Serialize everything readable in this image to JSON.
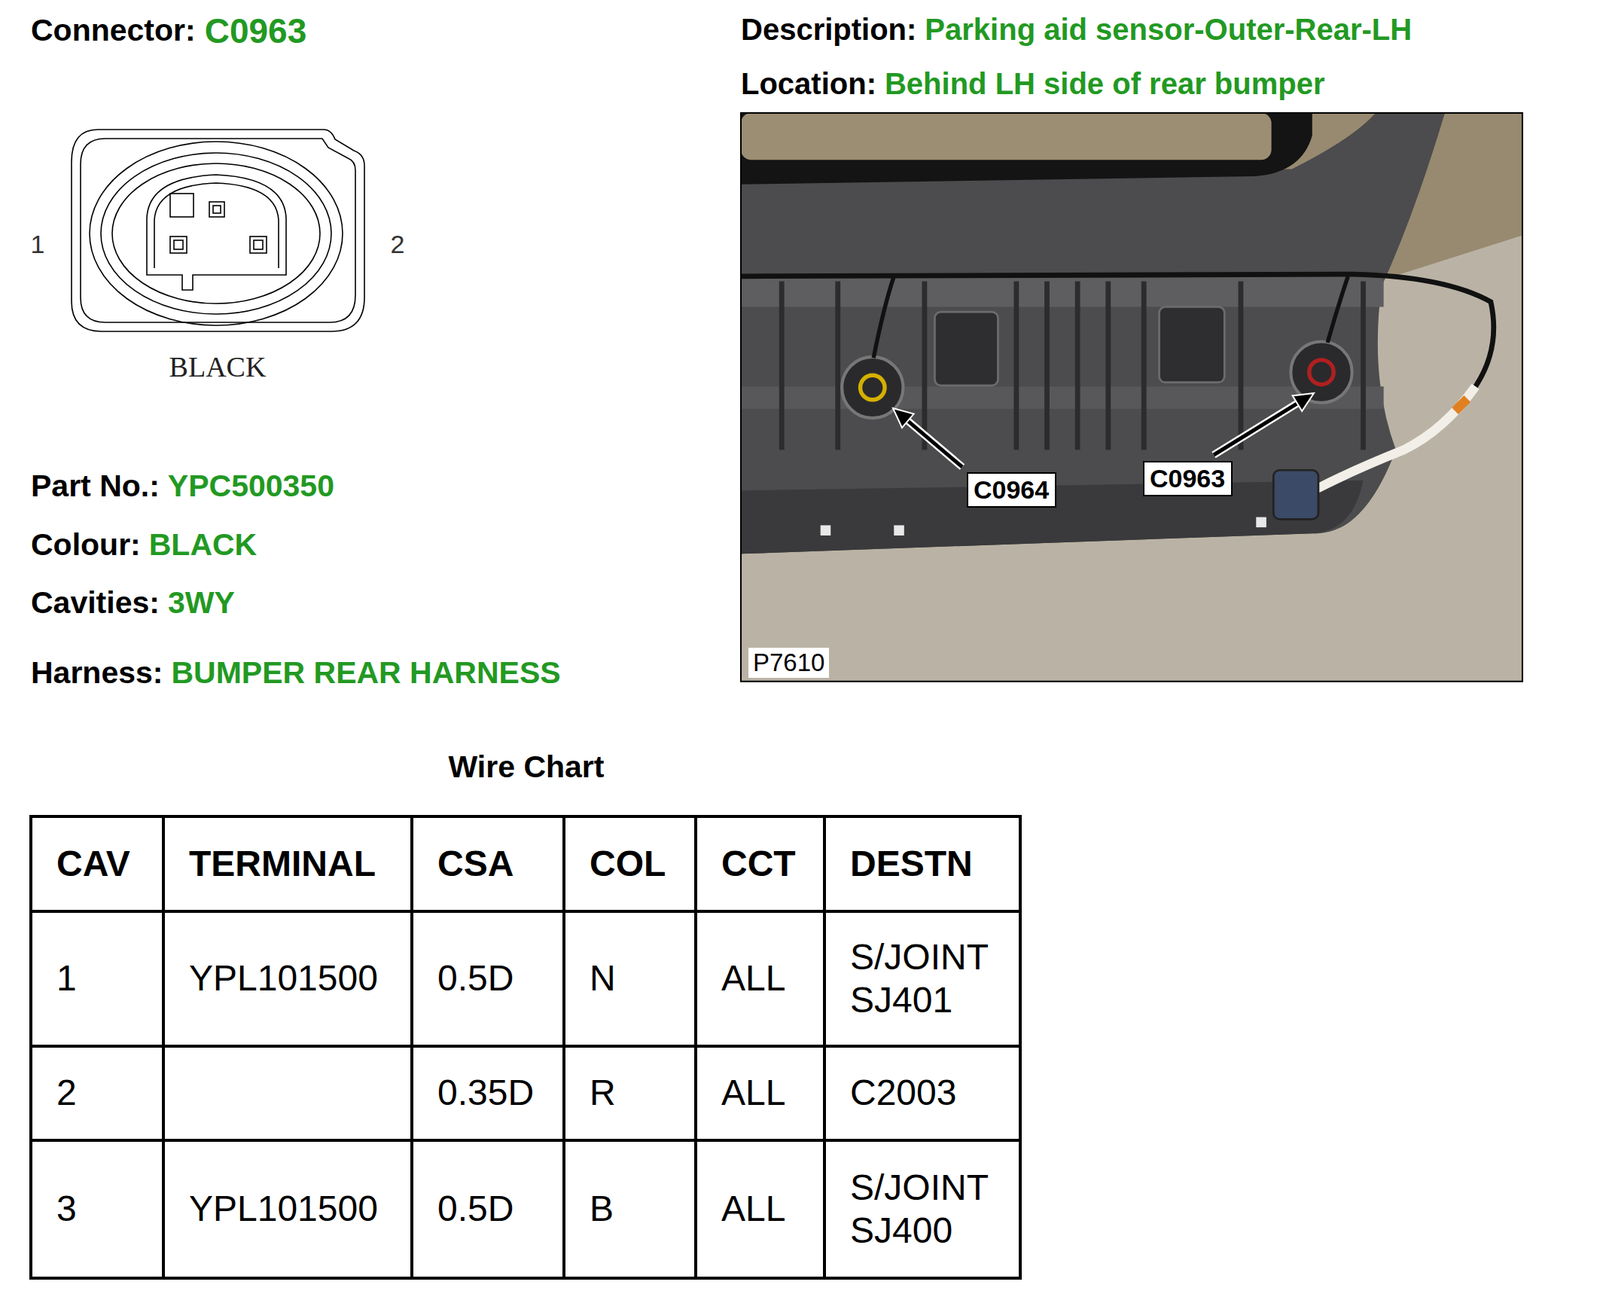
{
  "diagram": {
    "nodes": [
      {
        "text": [
          "C0964"
        ]
      },
      {
        "text": [
          "C0963"
        ]
      }
    ],
    "labels": [
      "Connector:",
      "C0963",
      "Description:",
      "Parking aid sensor-Outer-Rear-LH",
      "Location:",
      "Behind LH side of rear bumper",
      "1",
      "2",
      "BLACK",
      "Part No.:",
      "YPC500350",
      "Colour:",
      "BLACK",
      "Cavities:",
      "3WY",
      "Harness:",
      "BUMPER REAR HARNESS",
      "P7610",
      "Wire Chart",
      "CAV",
      "TERMINAL",
      "CSA",
      "COL",
      "CCT",
      "DESTN",
      "1",
      "YPL101500",
      "0.5D",
      "N",
      "ALL",
      "S/JOINT SJ401",
      "2",
      "0.35D",
      "R",
      "ALL",
      "C2003",
      "3",
      "YPL101500",
      "0.5D",
      "B",
      "ALL",
      "S/JOINT SJ400"
    ]
  }
}
